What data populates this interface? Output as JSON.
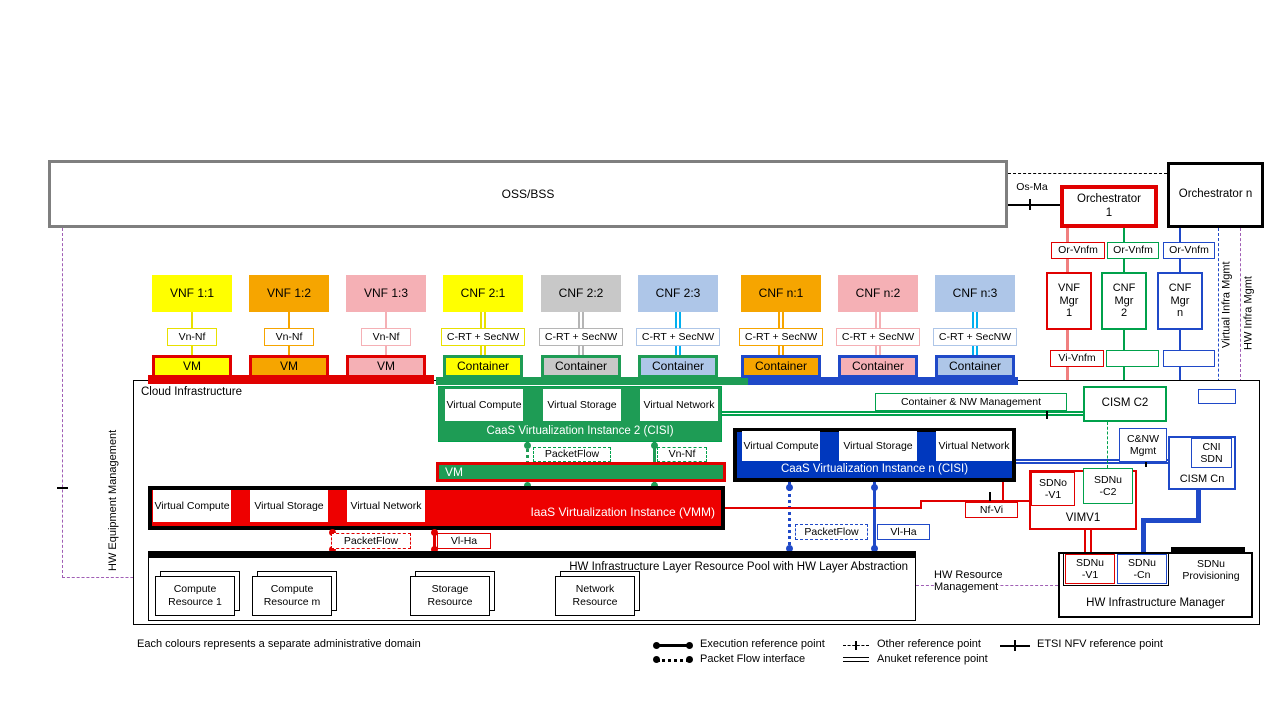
{
  "colors": {
    "red": "#E00000",
    "green": "#00A14B",
    "green_fill": "#1E9C55",
    "blue": "#1F49C8",
    "blue_fill": "#0038BE",
    "purple": "#A05EB5",
    "cyan": "#00B0F0",
    "orange": "#F6A500",
    "pink": "#F5B0B5",
    "light_blue": "#AEC6E8",
    "gray": "#C8C8C8",
    "yellow": "#FFFF00"
  },
  "top": {
    "oss": "OSS/BSS",
    "os_ma": "Os-Ma",
    "orch1": "Orchestrator 1",
    "orchn": "Orchestrator n"
  },
  "right_stack": {
    "or_vnfm_1": "Or-Vnfm",
    "or_vnfm_2": "Or-Vnfm",
    "or_vnfm_3": "Or-Vnfm",
    "mgr1": "VNF Mgr 1",
    "mgr2": "CNF Mgr 2",
    "mgrn": "CNF Mgr n",
    "vi_vnfm": "Vi-Vnfm",
    "cism_c2": "CISM C2",
    "cnw": "C&NW Mgmt",
    "cni": "CNI SDN",
    "cism_cn": "CISM Cn",
    "sdno_v1": "SDNo -V1",
    "sdnu_c2": "SDNu -C2",
    "vim": "VIMV1",
    "nf_vi": "Nf-Vi",
    "container_nw": "Container & NW Management"
  },
  "columns": [
    {
      "app": "VNF 1:1",
      "ref": "Vn-Nf",
      "host": "VM"
    },
    {
      "app": "VNF 1:2",
      "ref": "Vn-Nf",
      "host": "VM"
    },
    {
      "app": "VNF 1:3",
      "ref": "Vn-Nf",
      "host": "VM"
    },
    {
      "app": "CNF 2:1",
      "ref": "C-RT + SecNW",
      "host": "Container"
    },
    {
      "app": "CNF 2:2",
      "ref": "C-RT + SecNW",
      "host": "Container"
    },
    {
      "app": "CNF 2:3",
      "ref": "C-RT + SecNW",
      "host": "Container"
    },
    {
      "app": "CNF n:1",
      "ref": "C-RT + SecNW",
      "host": "Container"
    },
    {
      "app": "CNF n:2",
      "ref": "C-RT + SecNW",
      "host": "Container"
    },
    {
      "app": "CNF n:3",
      "ref": "C-RT + SecNW",
      "host": "Container"
    }
  ],
  "cloud": {
    "label": "Cloud Infrastructure"
  },
  "cisi2": {
    "c": "Virtual Compute",
    "s": "Virtual Storage",
    "n": "Virtual Network",
    "label": "CaaS Virtualization Instance 2 (CISI)"
  },
  "cisin": {
    "c": "Virtual Compute",
    "s": "Virtual Storage",
    "n": "Virtual Network",
    "label": "CaaS Virtualization Instance n (CISI)"
  },
  "vm_bar": "VM",
  "iaas": {
    "c": "Virtual Compute",
    "s": "Virtual Storage",
    "n": "Virtual Network",
    "label": "IaaS Virtualization Instance (VMM)"
  },
  "chips": {
    "packetflow_g": "PacketFlow",
    "vn_nf_g": "Vn-Nf",
    "packetflow_r": "PacketFlow",
    "vl_ha_r": "Vl-Ha",
    "packetflow_b": "PacketFlow",
    "vl_ha_b": "Vl-Ha"
  },
  "pool": {
    "title": "HW Infrastructure Layer Resource Pool with HW Layer Abstraction",
    "r1": "Compute Resource 1",
    "r2": "Compute Resource m",
    "r3": "Storage Resource",
    "r4": "Network Resource"
  },
  "hw_mgr": {
    "title": "HW Infrastructure Manager",
    "sdnu_v1": "SDNu -V1",
    "sdnu_cn": "SDNu -Cn",
    "sdnu_prov": "SDNu Provisioning"
  },
  "mgmt": {
    "hw_equipment": "HW Equipment Management",
    "virtual_infra": "Virtual Infra Mgmt",
    "hw_infra": "HW Infra Mgmt",
    "hw_resource_l1": "HW Resource",
    "hw_resource_l2": "Management"
  },
  "legend": {
    "note": "Each colours represents a separate administrative domain",
    "execution": "Execution reference point",
    "packet": "Packet Flow interface",
    "other": "Other reference point",
    "anuket": "Anuket reference point",
    "etsi": "ETSI NFV reference point"
  }
}
